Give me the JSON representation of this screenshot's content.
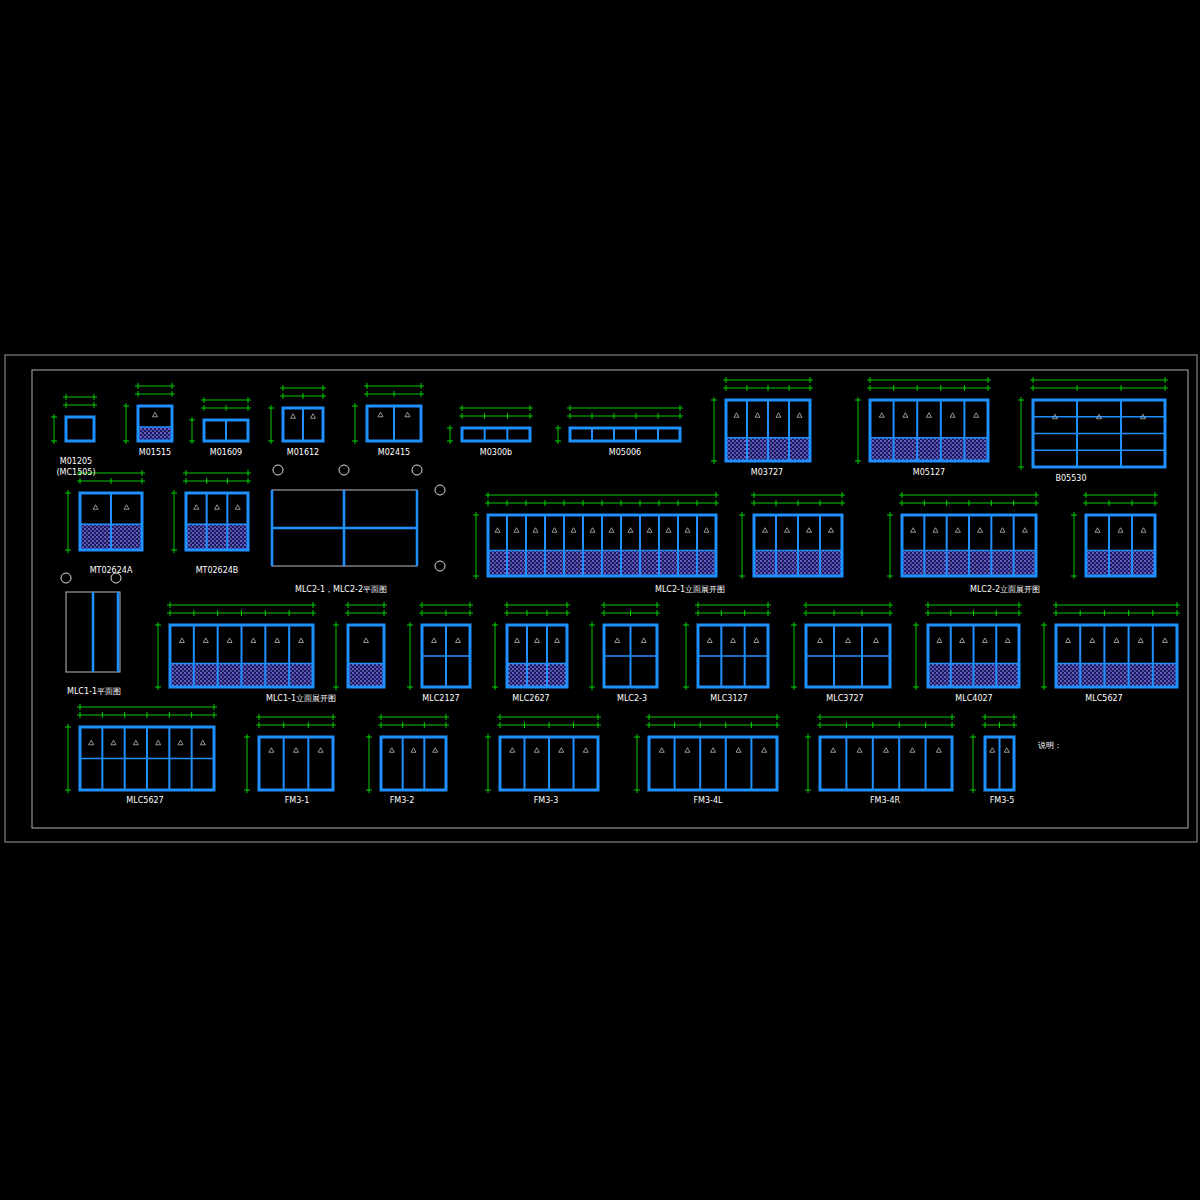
{
  "diagram": {
    "labels": [
      "M01205",
      "(MC1505)",
      "M01515",
      "M01609",
      "M01612",
      "M02415",
      "M0300b",
      "M05006",
      "M03727",
      "M05127",
      "B05530",
      "MT02624A",
      "MT02624B",
      "MLC2-1，MLC2-2平面图",
      "MLC2-1立面展开图",
      "MLC2-2立面展开图",
      "MLC1-1平面图",
      "MLC1-1立面展开图",
      "MLC2127",
      "MLC2627",
      "MLC2-3",
      "MLC3127",
      "MLC3727",
      "MLC4027",
      "MLC5627",
      "MLC5627",
      "FM3-1",
      "FM3-2",
      "FM3-3",
      "FM3-4L",
      "FM3-4R",
      "FM3-5",
      "说明："
    ]
  }
}
